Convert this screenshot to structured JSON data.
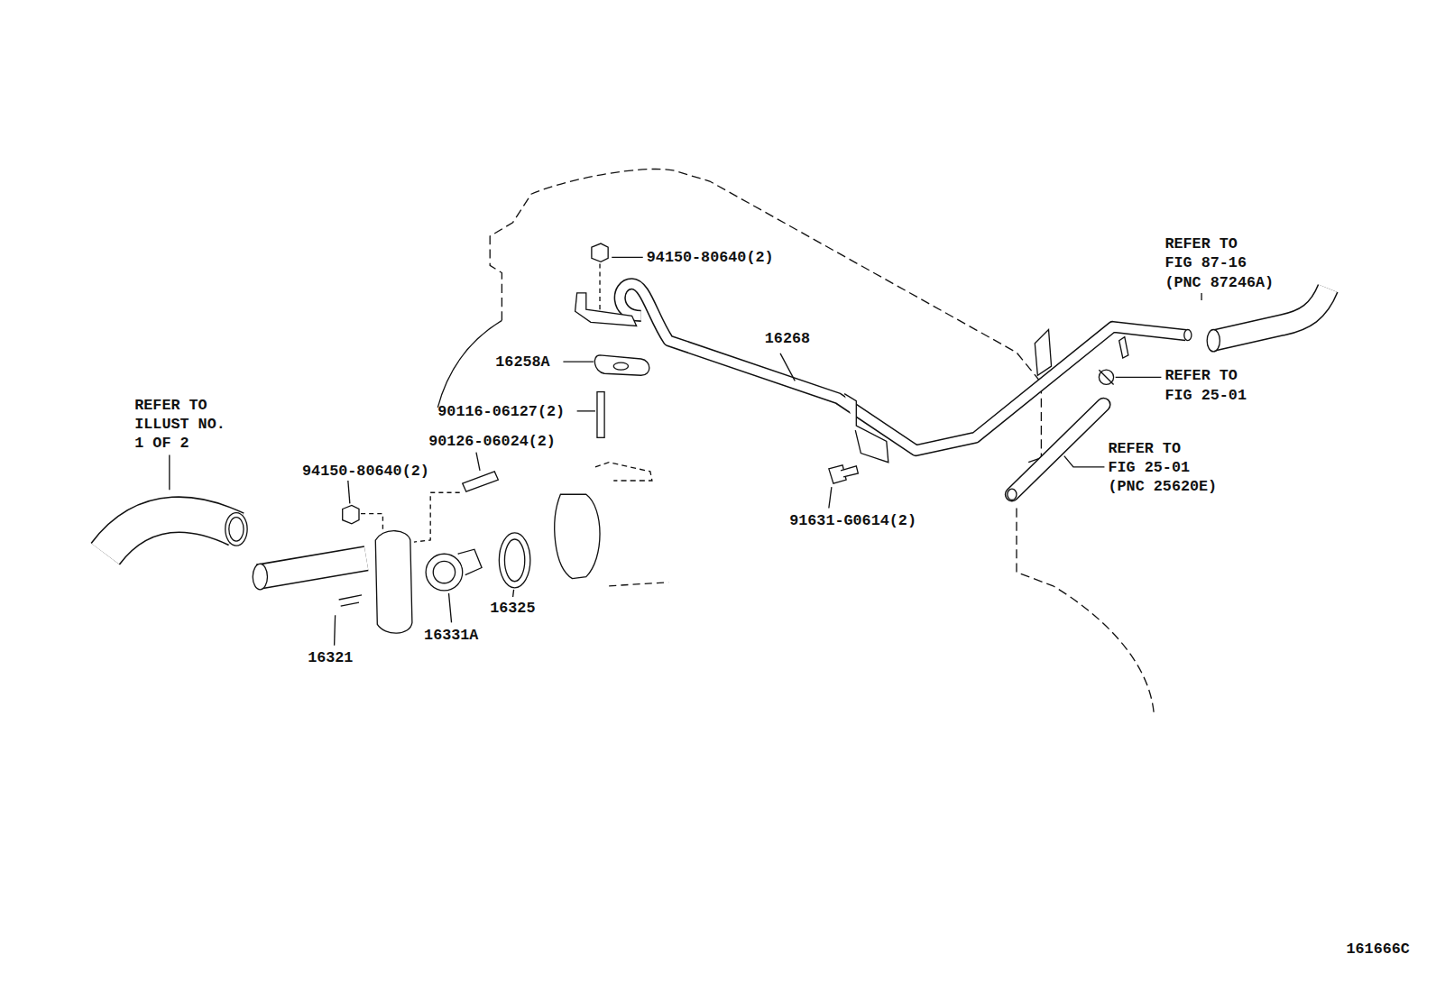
{
  "diagram": {
    "labels": [
      "94150-80640(2)",
      "16268",
      "REFER TO FIG 87-16 (PNC 87246A)",
      "16258A",
      "REFER TO FIG 25-01",
      "90116-06127(2)",
      "REFER TO ILLUST NO. 1 OF 2",
      "90126-06024(2)",
      "REFER TO FIG 25-01 (PNC 25620E)",
      "94150-80640(2)",
      "91631-G0614(2)",
      "16325",
      "16331A",
      "16321",
      "161666C"
    ]
  }
}
